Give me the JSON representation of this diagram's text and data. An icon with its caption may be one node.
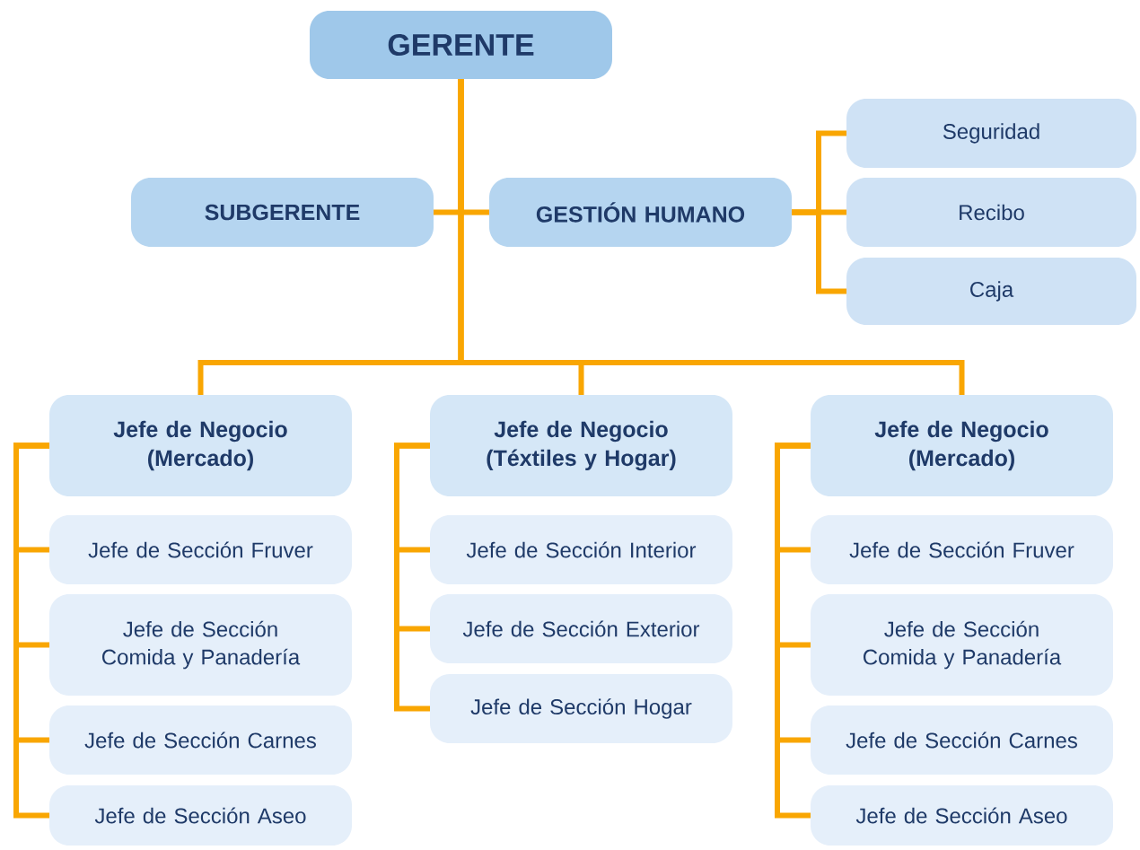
{
  "diagram": {
    "nodes": [
      {
        "text": [
          "GERENTE"
        ]
      },
      {
        "text": [
          "SUBGERENTE"
        ]
      },
      {
        "text": [
          "GESTIÓN HUMANO"
        ]
      },
      {
        "text": [
          "Seguridad"
        ]
      },
      {
        "text": [
          "Recibo"
        ]
      },
      {
        "text": [
          "Caja"
        ]
      },
      {
        "text": [
          "Jefe de Negocio (Mercado)"
        ]
      },
      {
        "text": [
          "Jefe de Sección Fruver"
        ]
      },
      {
        "text": [
          "Jefe de Sección Comida y Panadería"
        ]
      },
      {
        "text": [
          "Jefe de Sección Carnes"
        ]
      },
      {
        "text": [
          "Jefe de Sección Aseo"
        ]
      },
      {
        "text": [
          "Jefe de Negocio (Téxtiles y Hogar)"
        ]
      },
      {
        "text": [
          "Jefe de Sección Interior"
        ]
      },
      {
        "text": [
          "Jefe de Sección Exterior"
        ]
      },
      {
        "text": [
          "Jefe de Sección Hogar"
        ]
      },
      {
        "text": [
          "Jefe de Negocio (Mercado)"
        ]
      },
      {
        "text": [
          "Jefe de Sección Fruver"
        ]
      },
      {
        "text": [
          "Jefe de Sección Comida y Panadería"
        ]
      },
      {
        "text": [
          "Jefe de Sección Carnes"
        ]
      },
      {
        "text": [
          "Jefe de Sección Aseo"
        ]
      }
    ],
    "edges": [
      {
        "from": 0,
        "to": 1,
        "arrow": "none"
      },
      {
        "from": 0,
        "to": 2,
        "arrow": "none"
      },
      {
        "from": 2,
        "to": 3,
        "arrow": "none"
      },
      {
        "from": 2,
        "to": 4,
        "arrow": "none"
      },
      {
        "from": 2,
        "to": 5,
        "arrow": "none"
      },
      {
        "from": 0,
        "to": 6,
        "arrow": "none"
      },
      {
        "from": 0,
        "to": 11,
        "arrow": "none"
      },
      {
        "from": 0,
        "to": 15,
        "arrow": "none"
      },
      {
        "from": 6,
        "to": 7,
        "arrow": "none"
      },
      {
        "from": 6,
        "to": 8,
        "arrow": "none"
      },
      {
        "from": 6,
        "to": 9,
        "arrow": "none"
      },
      {
        "from": 6,
        "to": 10,
        "arrow": "none"
      },
      {
        "from": 11,
        "to": 12,
        "arrow": "none"
      },
      {
        "from": 11,
        "to": 13,
        "arrow": "none"
      },
      {
        "from": 11,
        "to": 14,
        "arrow": "none"
      },
      {
        "from": 15,
        "to": 16,
        "arrow": "none"
      },
      {
        "from": 15,
        "to": 17,
        "arrow": "none"
      },
      {
        "from": 15,
        "to": 18,
        "arrow": "none"
      },
      {
        "from": 15,
        "to": 19,
        "arrow": "none"
      }
    ]
  }
}
